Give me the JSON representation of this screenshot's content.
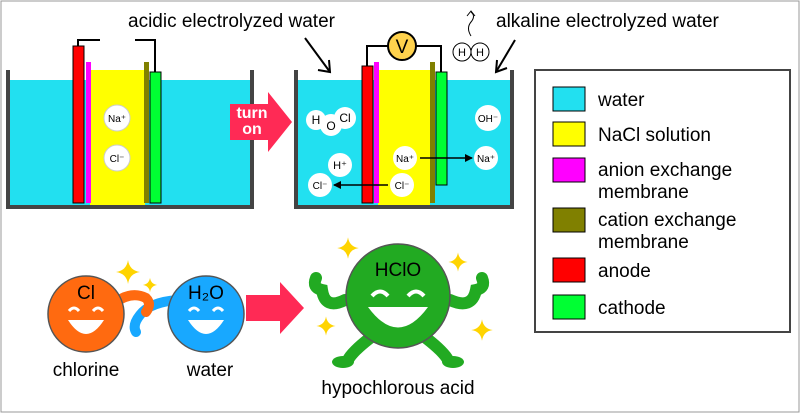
{
  "labels": {
    "acidic": "acidic electrolyzed water",
    "alkaline": "alkaline electrolyzed water",
    "turn_on_1": "turn",
    "turn_on_2": "on",
    "voltmeter": "V",
    "chlorine": "chlorine",
    "water": "water",
    "hypochlorous": "hypochlorous acid"
  },
  "ions": {
    "na_left": "Na⁺",
    "cl_left": "Cl⁻",
    "hocl_h": "H",
    "hocl_o": "O",
    "hocl_cl": "Cl",
    "h_plus": "H⁺",
    "oh_minus": "OH⁻",
    "na_mid": "Na⁺",
    "na_right": "Na⁺",
    "cl_mid": "Cl⁻",
    "cl_out": "Cl⁻",
    "h2_a": "H",
    "h2_b": "H"
  },
  "molecules": {
    "cl_label": "Cl",
    "h2o_label": "H₂O",
    "hclo_label": "HClO"
  },
  "legend": {
    "items": [
      {
        "lines": [
          "water"
        ],
        "color": "#22e0f0"
      },
      {
        "lines": [
          "NaCl solution"
        ],
        "color": "#ffff00"
      },
      {
        "lines": [
          "anion exchange",
          "membrane"
        ],
        "color": "#ff00ff"
      },
      {
        "lines": [
          "cation exchange",
          "membrane"
        ],
        "color": "#808000"
      },
      {
        "lines": [
          "anode"
        ],
        "color": "#ff0000"
      },
      {
        "lines": [
          "cathode"
        ],
        "color": "#00ff33"
      }
    ]
  },
  "colors": {
    "water": "#22e0f0",
    "nacl": "#ffff00",
    "anion_membrane": "#ff00ff",
    "cation_membrane": "#808000",
    "anode": "#ff0000",
    "cathode": "#00ff33",
    "arrow": "#ff2a55",
    "chlorine_ball": "#ff6a10",
    "water_ball": "#18a8ff",
    "hclo_ball": "#22aa22",
    "sparkle": "#ffd400",
    "voltmeter": "#ffd24d"
  }
}
